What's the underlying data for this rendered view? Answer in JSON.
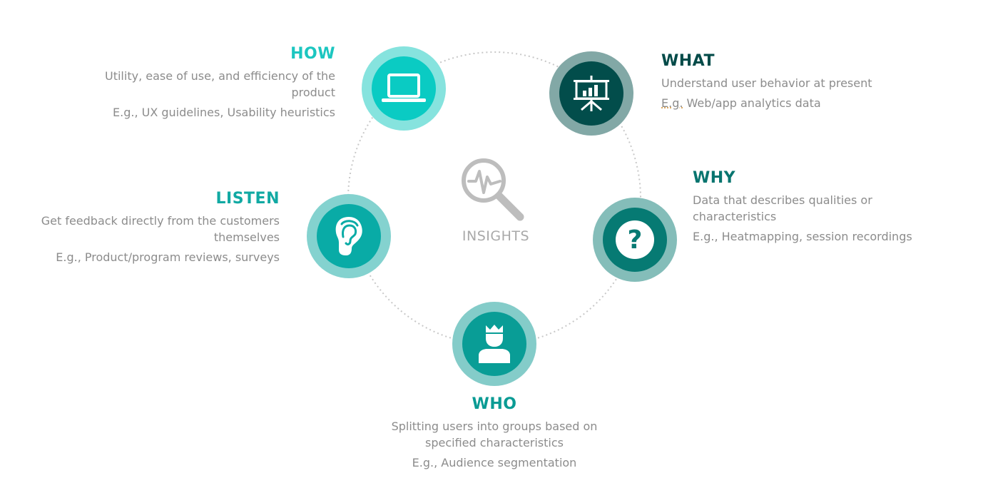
{
  "center": {
    "label": "INSIGHTS",
    "icon": "magnifier-pulse-icon"
  },
  "items": {
    "how": {
      "title": "HOW",
      "desc": "Utility, ease of use, and efficiency of the product",
      "example": "E.g., UX guidelines, Usability heuristics",
      "icon": "laptop-icon",
      "color": "#1cc6c0"
    },
    "what": {
      "title": "WHAT",
      "desc": "Understand user behavior at present",
      "example_prefix": "E.g.",
      "example_rest": " Web/app analytics data",
      "icon": "presentation-chart-icon",
      "color": "#034b49"
    },
    "why": {
      "title": "WHY",
      "desc": "Data that describes qualities or characteristics",
      "example": "E.g., Heatmapping, session recordings",
      "icon": "question-icon",
      "color": "#08756f"
    },
    "listen": {
      "title": "LISTEN",
      "desc": "Get feedback directly from the customers themselves",
      "example": "E.g., Product/program reviews, surveys",
      "icon": "ear-icon",
      "color": "#11a9a3"
    },
    "who": {
      "title": "WHO",
      "desc": "Splitting users into groups based on specified characteristics",
      "example": "E.g., Audience segmentation",
      "icon": "user-crown-icon",
      "color": "#0a9b94"
    }
  }
}
